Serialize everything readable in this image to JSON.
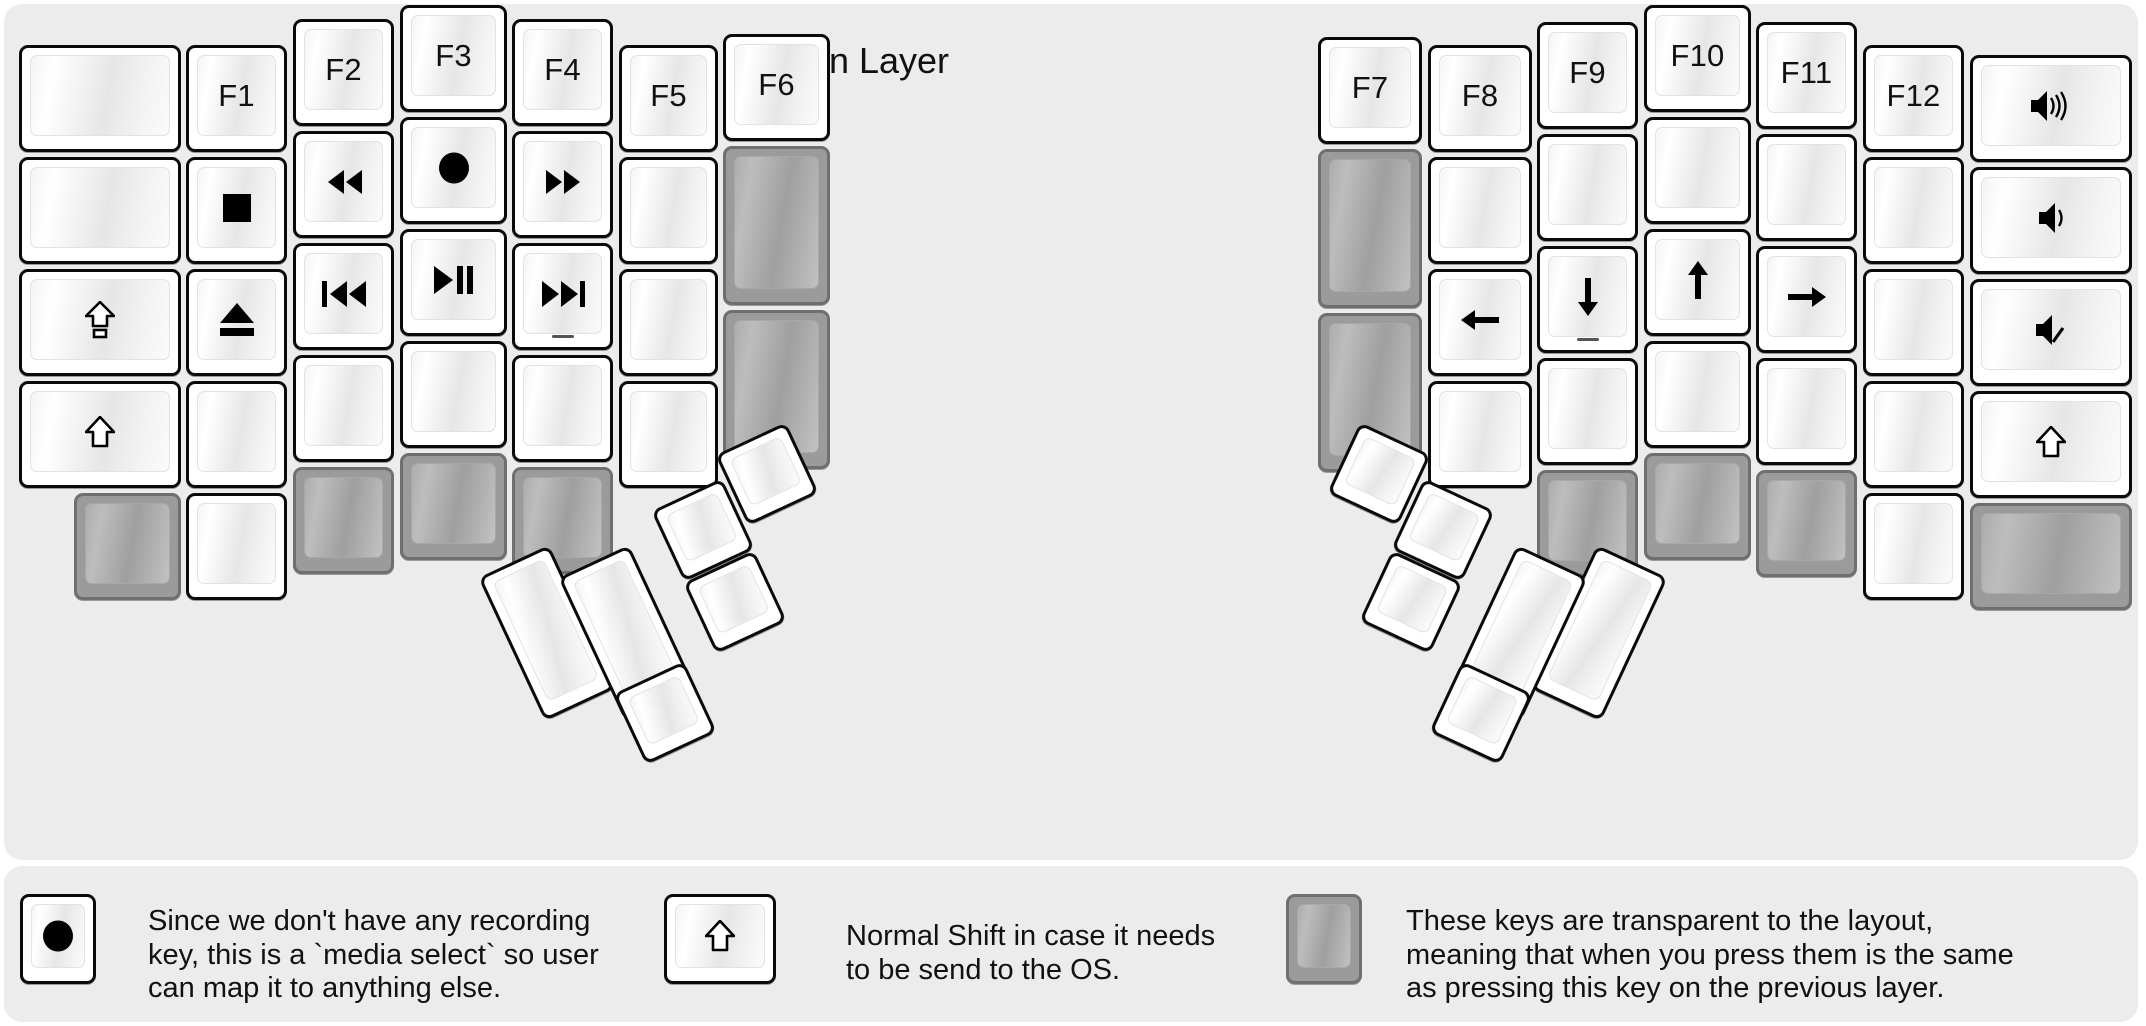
{
  "title": "fn Layer",
  "colors": {
    "page_background": "#ffffff",
    "board_background": "#ececec",
    "key_border": "#0a0a0a",
    "key_face": "#ffffff",
    "transparent_key": "#9b9b9b",
    "text": "#111111"
  },
  "left_half": {
    "columns": [
      {
        "name": "col-outer",
        "keys": [
          {
            "label": "",
            "icon": ""
          },
          {
            "label": "",
            "icon": ""
          },
          {
            "label": "",
            "icon": "shift-lock-icon"
          },
          {
            "label": "",
            "icon": "shift-icon"
          },
          {
            "label": "",
            "icon": "",
            "transparent": true
          }
        ]
      },
      {
        "name": "col-f1",
        "keys": [
          {
            "label": "F1",
            "icon": ""
          },
          {
            "label": "",
            "icon": "media-stop-icon"
          },
          {
            "label": "",
            "icon": "media-eject-icon"
          },
          {
            "label": "",
            "icon": ""
          },
          {
            "label": "",
            "icon": ""
          }
        ]
      },
      {
        "name": "col-f2",
        "keys": [
          {
            "label": "F2",
            "icon": ""
          },
          {
            "label": "",
            "icon": "media-rewind-icon"
          },
          {
            "label": "",
            "icon": "media-prev-track-icon"
          },
          {
            "label": "",
            "icon": ""
          },
          {
            "label": "",
            "icon": "",
            "transparent": true
          }
        ]
      },
      {
        "name": "col-f3",
        "keys": [
          {
            "label": "F3",
            "icon": ""
          },
          {
            "label": "",
            "icon": "media-record-icon"
          },
          {
            "label": "",
            "icon": "media-play-pause-icon"
          },
          {
            "label": "",
            "icon": ""
          },
          {
            "label": "",
            "icon": "",
            "transparent": true
          }
        ]
      },
      {
        "name": "col-f4",
        "keys": [
          {
            "label": "F4",
            "icon": ""
          },
          {
            "label": "",
            "icon": "media-fast-forward-icon"
          },
          {
            "label": "",
            "icon": "media-next-track-icon",
            "homing": true
          },
          {
            "label": "",
            "icon": ""
          },
          {
            "label": "",
            "icon": "",
            "transparent": true
          }
        ]
      },
      {
        "name": "col-f5",
        "keys": [
          {
            "label": "F5",
            "icon": ""
          },
          {
            "label": "",
            "icon": ""
          },
          {
            "label": "",
            "icon": ""
          },
          {
            "label": "",
            "icon": ""
          }
        ]
      },
      {
        "name": "col-f6",
        "keys": [
          {
            "label": "F6",
            "icon": ""
          },
          {
            "label": "",
            "icon": "",
            "transparent": true
          },
          {
            "label": "",
            "icon": "",
            "transparent": true
          }
        ]
      }
    ],
    "thumb_cluster_keys": 6
  },
  "right_half": {
    "columns": [
      {
        "name": "col-f7",
        "keys": [
          {
            "label": "F7",
            "icon": ""
          },
          {
            "label": "",
            "icon": "",
            "transparent": true
          },
          {
            "label": "",
            "icon": "",
            "transparent": true
          }
        ]
      },
      {
        "name": "col-f8",
        "keys": [
          {
            "label": "F8",
            "icon": ""
          },
          {
            "label": "",
            "icon": ""
          },
          {
            "label": "",
            "icon": "arrow-left-icon"
          },
          {
            "label": "",
            "icon": ""
          }
        ]
      },
      {
        "name": "col-f9",
        "keys": [
          {
            "label": "F9",
            "icon": ""
          },
          {
            "label": "",
            "icon": ""
          },
          {
            "label": "",
            "icon": "arrow-down-icon",
            "homing": true
          },
          {
            "label": "",
            "icon": ""
          },
          {
            "label": "",
            "icon": "",
            "transparent": true
          }
        ]
      },
      {
        "name": "col-f10",
        "keys": [
          {
            "label": "F10",
            "icon": ""
          },
          {
            "label": "",
            "icon": ""
          },
          {
            "label": "",
            "icon": "arrow-up-icon"
          },
          {
            "label": "",
            "icon": ""
          },
          {
            "label": "",
            "icon": "",
            "transparent": true
          }
        ]
      },
      {
        "name": "col-f11",
        "keys": [
          {
            "label": "F11",
            "icon": ""
          },
          {
            "label": "",
            "icon": ""
          },
          {
            "label": "",
            "icon": "arrow-right-icon"
          },
          {
            "label": "",
            "icon": ""
          },
          {
            "label": "",
            "icon": "",
            "transparent": true
          }
        ]
      },
      {
        "name": "col-f12",
        "keys": [
          {
            "label": "F12",
            "icon": ""
          },
          {
            "label": "",
            "icon": ""
          },
          {
            "label": "",
            "icon": ""
          },
          {
            "label": "",
            "icon": ""
          },
          {
            "label": "",
            "icon": ""
          }
        ]
      },
      {
        "name": "col-outer-right",
        "keys": [
          {
            "label": "",
            "icon": "volume-up-icon"
          },
          {
            "label": "",
            "icon": "volume-down-icon"
          },
          {
            "label": "",
            "icon": "volume-mute-icon"
          },
          {
            "label": "",
            "icon": "shift-icon"
          },
          {
            "label": "",
            "icon": "",
            "transparent": true
          }
        ]
      }
    ],
    "thumb_cluster_keys": 6
  },
  "legend": [
    {
      "icon": "media-record-icon",
      "key_style": "normal",
      "text": "Since we don't have any recording\nkey, this is a `media select` so user\ncan map it to anything else."
    },
    {
      "icon": "shift-icon",
      "key_style": "normal",
      "text": "Normal Shift in case it needs\nto be send to the OS."
    },
    {
      "icon": "",
      "key_style": "transparent",
      "text": "These keys are transparent to the layout,\nmeaning that when you press them is the same\nas pressing this key on the previous layer."
    }
  ]
}
